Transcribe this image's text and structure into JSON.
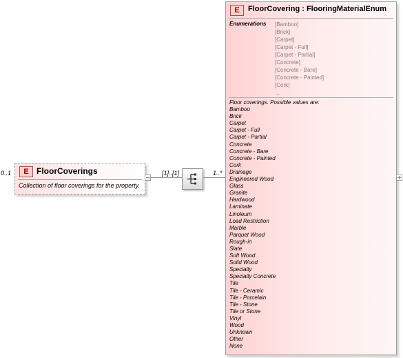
{
  "left_element": {
    "badge": "E",
    "name": "FloorCoverings",
    "description": "Collection of floor coverings for the property.",
    "multiplicity": "0..1"
  },
  "connector": {
    "sequence_multiplicity": "[1]..[1]",
    "child_multiplicity": "1..*"
  },
  "right_element": {
    "badge": "E",
    "title": "FloorCovering : FlooringMaterialEnum",
    "enumerations_label": "Enumerations",
    "enumerations": [
      "[Bamboo]",
      "[Brick]",
      "[Carpet]",
      "[Carpet - Full]",
      "[Carpet - Partial]",
      "[Concrete]",
      "[Concrete - Bare]",
      "[Concrete - Painted]",
      "[Cork]",
      "..."
    ],
    "description": [
      "Floor coverings. Possible values are:",
      "Bamboo",
      "Brick",
      "Carpet",
      "Carpet - Full",
      "Carpet - Partial",
      "Concrete",
      "Concrete - Bare",
      "Concrete - Painted",
      "Cork",
      "Drainage",
      "Engineered Wood",
      "Glass",
      "Granite",
      "Hardwood",
      "Laminate",
      "Linoleum",
      "Load Restriction",
      "Marble",
      "Parquet Wood",
      "Rough-in",
      "Slate",
      "Soft Wood",
      "Solid Wood",
      "Specialty",
      "Specialty Concrete",
      "Tile",
      "Tile - Ceramic",
      "Tile - Porcelain",
      "Tile - Stone",
      "Tile or Stone",
      "Vinyl",
      "Wood",
      "Unknown",
      "Other",
      "None"
    ]
  },
  "colors": {
    "badge_fill": "#ffcfcf",
    "badge_text": "#a00000",
    "box_gradient_start": "#ffd2d2",
    "enum_value_text": "#808080",
    "border": "#a0a0a0"
  }
}
